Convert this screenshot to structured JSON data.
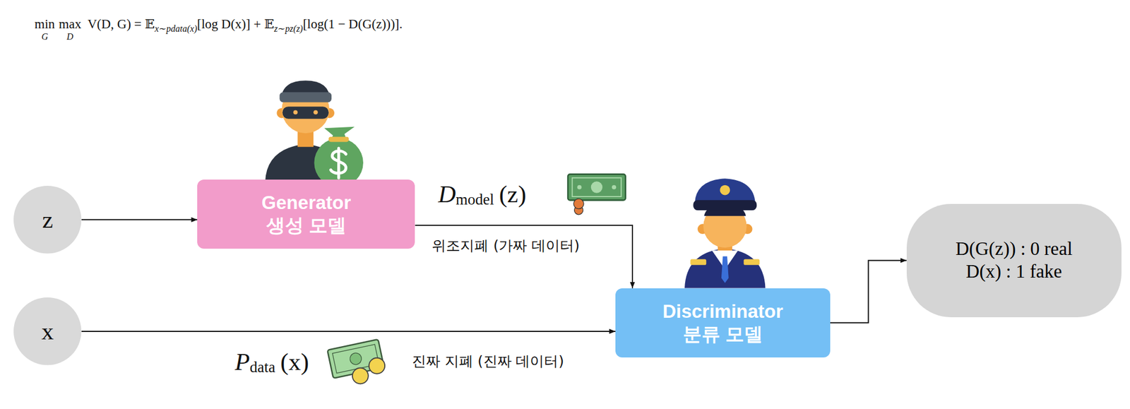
{
  "diagram": {
    "nodes": [
      {
        "text": [
          "z"
        ]
      },
      {
        "text": [
          "Generator",
          "생성 모델"
        ]
      },
      {
        "text": [
          "Discriminator",
          "분류 모델"
        ]
      },
      {
        "text": [
          "D(G(z)) : 0 real",
          "D(x) : 1 fake"
        ]
      },
      {
        "text": [
          "x"
        ]
      }
    ],
    "edges": [
      {
        "from": 0,
        "to": 1,
        "arrow": "to"
      },
      {
        "from": 1,
        "to": 2,
        "arrow": "to",
        "label": "위조지폐 (가짜 데이터)"
      },
      {
        "from": 4,
        "to": 2,
        "arrow": "to",
        "label": "진짜 지폐 (진짜 데이터)"
      },
      {
        "from": 2,
        "to": 3,
        "arrow": "to"
      }
    ],
    "labels": [
      "min",
      "G",
      "max",
      "D",
      "V(D, G) = 𝔼",
      "x∼pdata(x)",
      "[log D(x)] + 𝔼",
      "z∼pz(z)",
      "[log(1 − D(G(z)))].",
      "D",
      "model",
      "(z)",
      "P",
      "data",
      "(x)"
    ]
  }
}
